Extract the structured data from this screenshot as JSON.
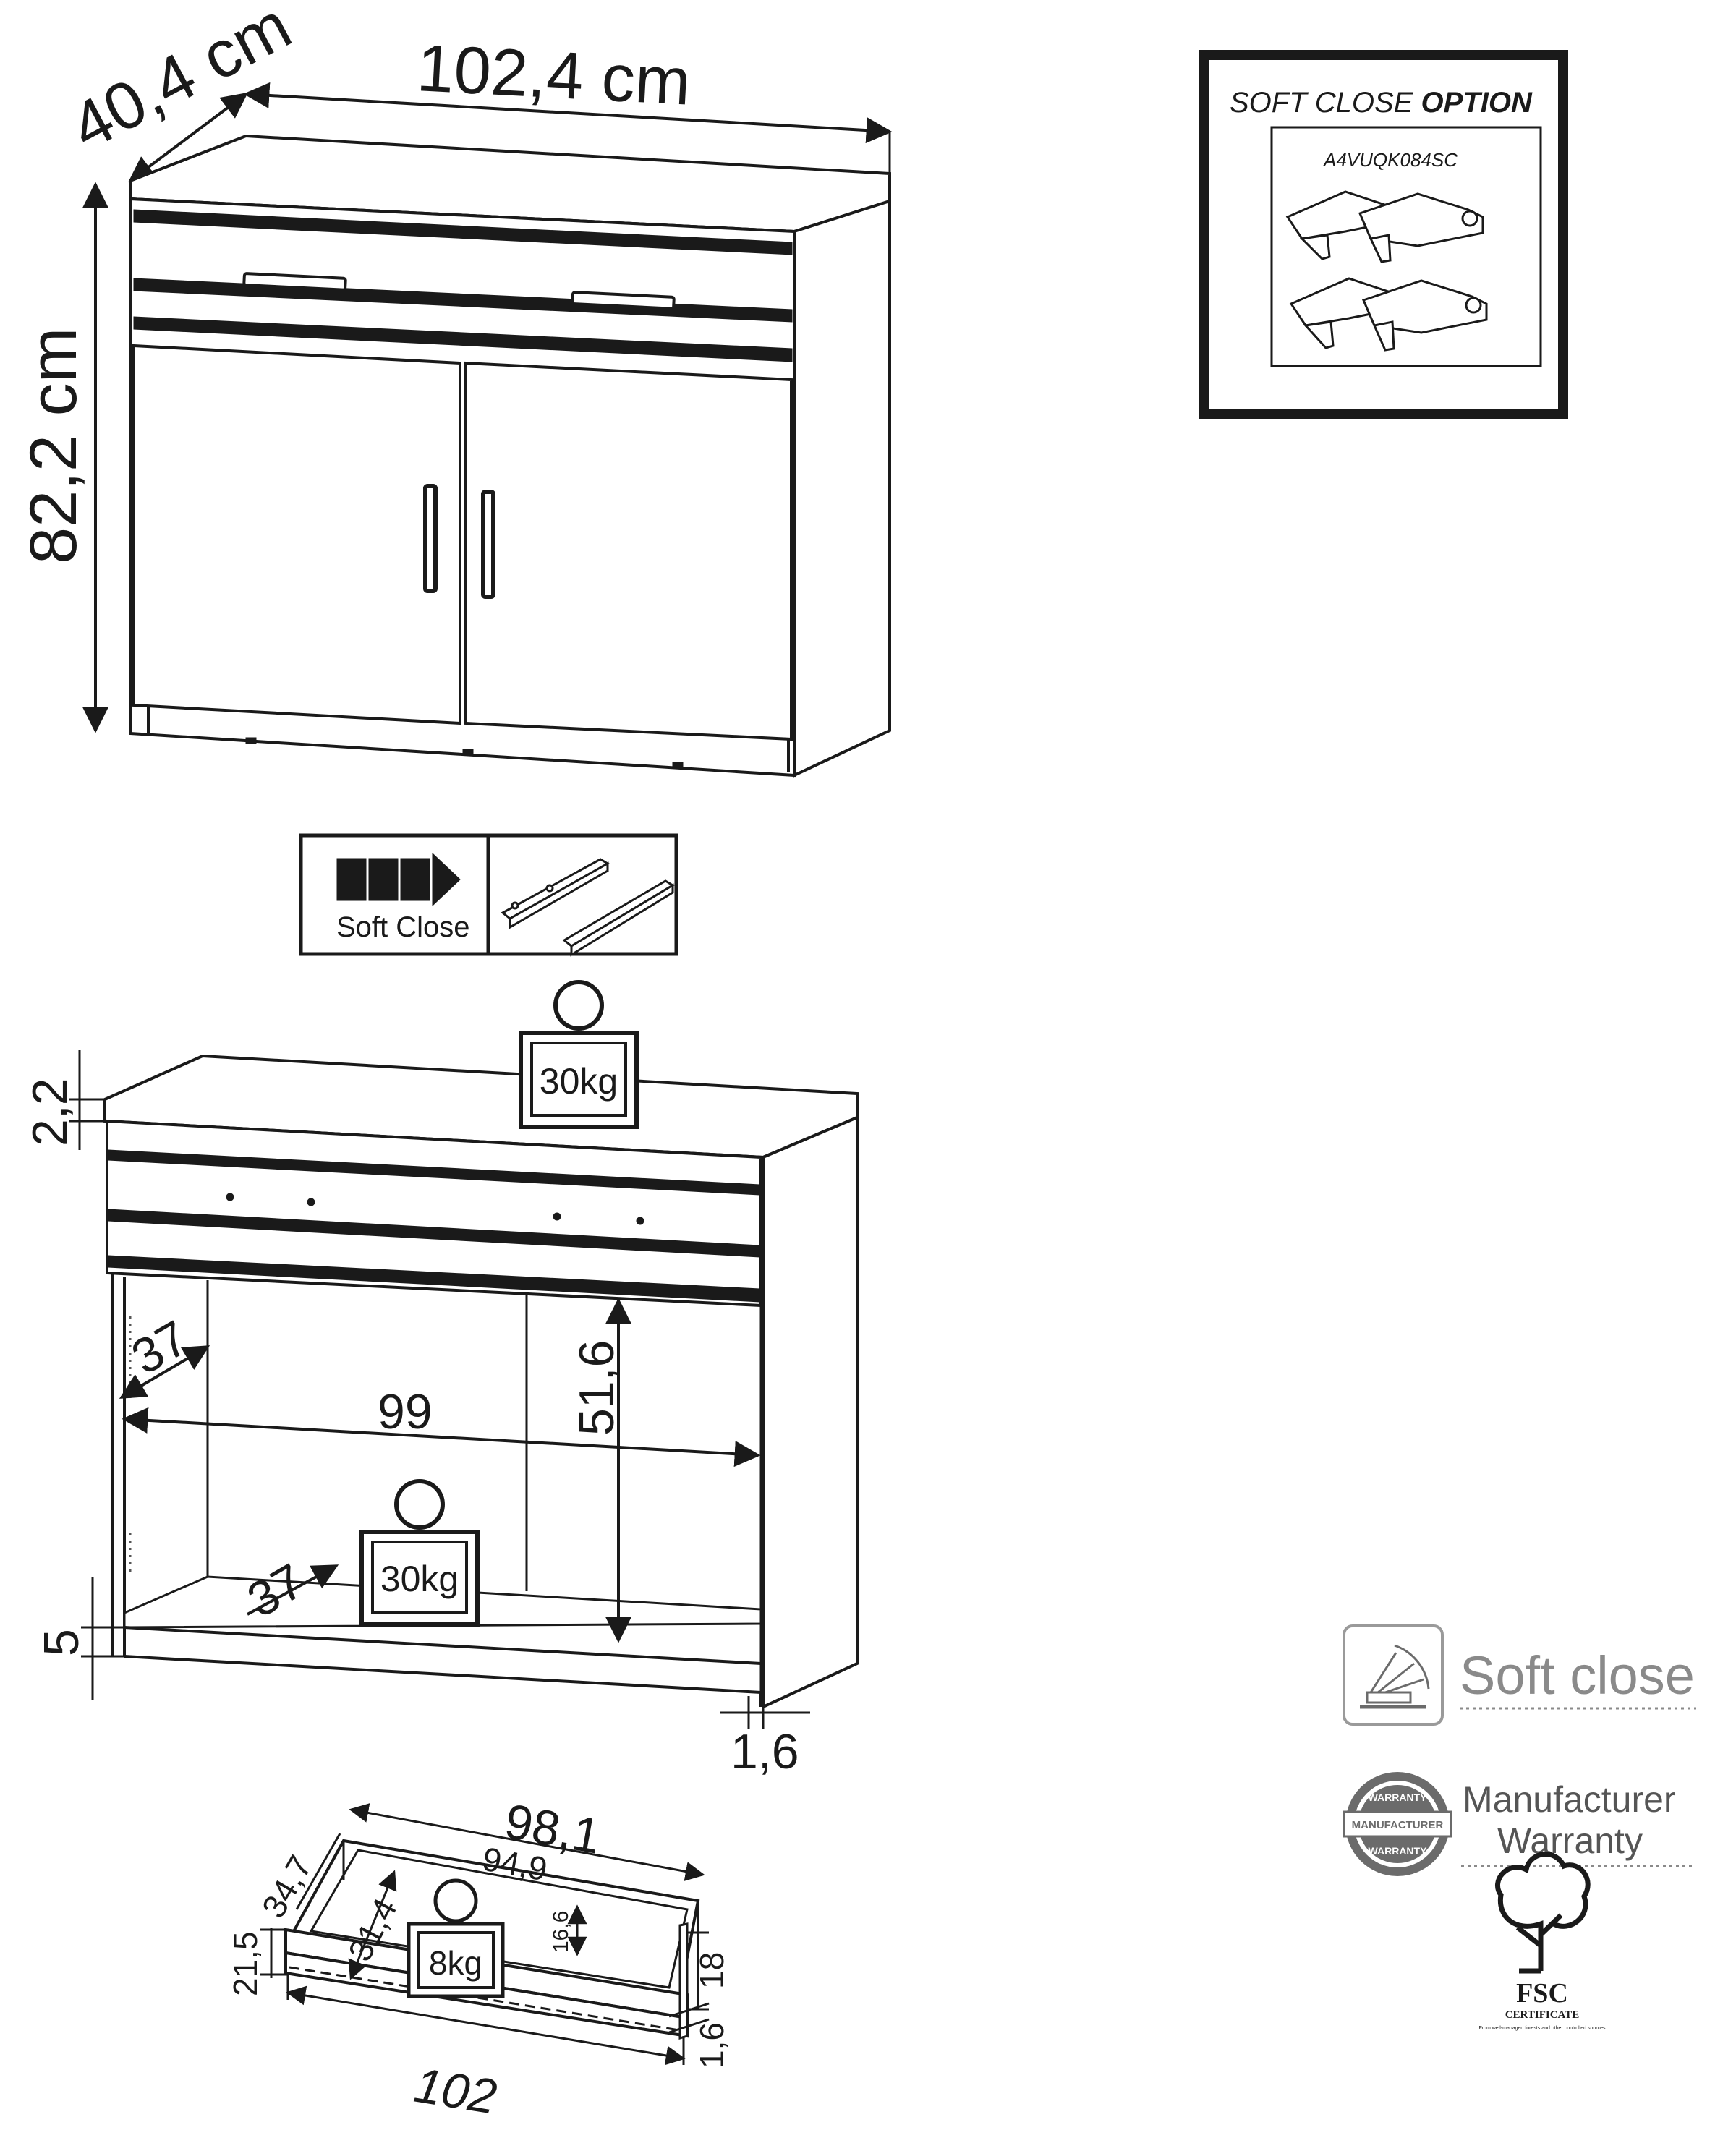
{
  "top_view": {
    "depth": "40,4 cm",
    "width": "102,4 cm",
    "height": "82,2 cm"
  },
  "soft_close_option": {
    "title_plain": "SOFT CLOSE ",
    "title_bold": "OPTION",
    "part_code": "A4VUQK084SC"
  },
  "soft_close_badge": {
    "label": "Soft Close"
  },
  "inner_view": {
    "top_thickness": "2,2",
    "top_load": "30kg",
    "inner_depth": "37",
    "inner_width": "99",
    "inner_height": "51,6",
    "shelf_load": "30kg",
    "shelf_depth": "37",
    "plinth_height": "5",
    "panel_thickness": "1,6"
  },
  "drawer_view": {
    "outer_width": "98,1",
    "inner_width": "94,9",
    "outer_depth": "34,7",
    "inner_depth": "31,4",
    "side_height": "21,5",
    "inner_height": "16,6",
    "front_height": "18",
    "front_thickness": "1,6",
    "front_width": "102",
    "load": "8kg"
  },
  "features": {
    "soft_close_label": "Soft close",
    "warranty_line1": "Manufacturer",
    "warranty_line2": "Warranty",
    "seal_top": "WARRANTY",
    "seal_middle": "MANUFACTURER",
    "seal_bottom": "WARRANTY",
    "fsc_label": "FSC",
    "fsc_sub": "CERTIFICATE",
    "fsc_fine": "From well-managed forests and other controlled sources"
  },
  "colors": {
    "line": "#1a1a1a",
    "badge_border": "#9a9a9a",
    "badge_text": "#8a8a8a",
    "seal_gray": "#6b6b6b"
  }
}
